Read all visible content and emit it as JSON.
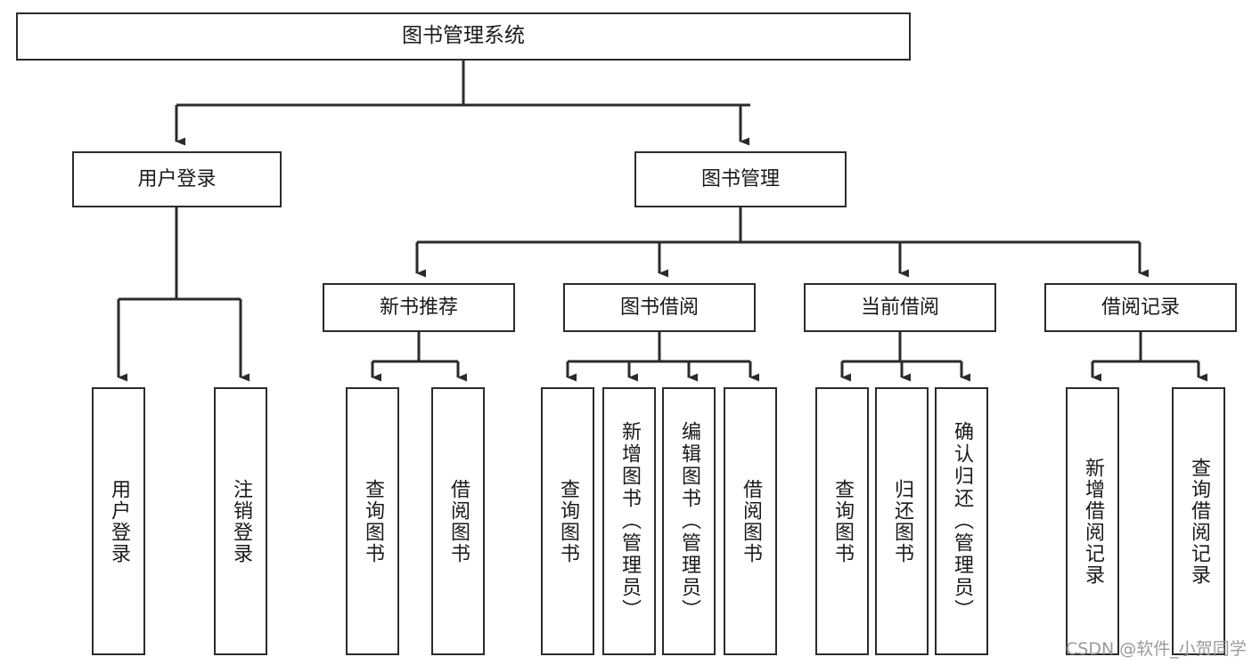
{
  "diagram": {
    "title": "图书管理系统",
    "watermark": "CSDN @软件_小贺同学",
    "line_color": "#2b2b2b",
    "box_fill": "#ffffff",
    "text_color": "#1a1a1a",
    "watermark_color": "#9a9a9a"
  },
  "nodes": {
    "root": {
      "label": "图书管理系统"
    },
    "level2": [
      {
        "label": "用户登录"
      },
      {
        "label": "图书管理"
      }
    ],
    "level3": [
      {
        "label": "新书推荐"
      },
      {
        "label": "图书借阅"
      },
      {
        "label": "当前借阅"
      },
      {
        "label": "借阅记录"
      }
    ],
    "leaves": {
      "user_login": [
        {
          "label": "用户登录"
        },
        {
          "label": "注销登录"
        }
      ],
      "new_book_recommend": [
        {
          "label": "查询图书"
        },
        {
          "label": "借阅图书"
        }
      ],
      "book_borrow": [
        {
          "label": "查询图书"
        },
        {
          "label": "新增图书（管理员）"
        },
        {
          "label": "编辑图书（管理员）"
        },
        {
          "label": "借阅图书"
        }
      ],
      "current_borrow": [
        {
          "label": "查询图书"
        },
        {
          "label": "归还图书"
        },
        {
          "label": "确认归还（管理员）"
        }
      ],
      "borrow_record": [
        {
          "label": "新增借阅记录"
        },
        {
          "label": "查询借阅记录"
        }
      ]
    }
  }
}
